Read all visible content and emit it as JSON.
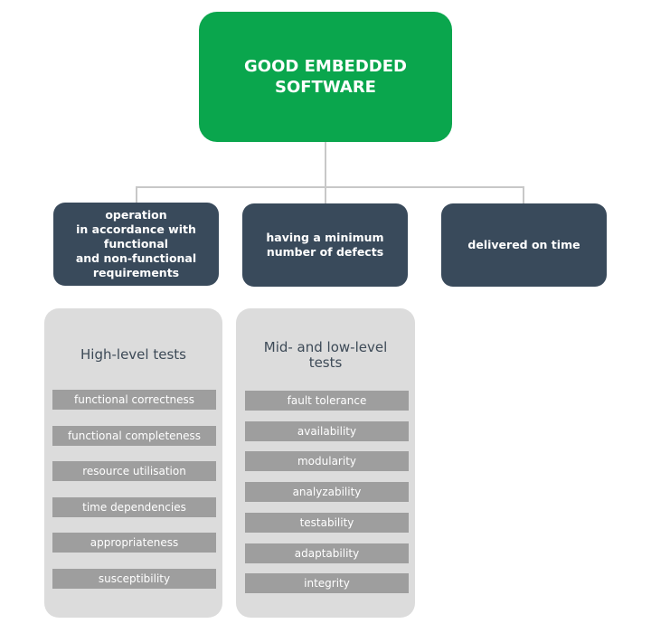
{
  "root": "GOOD EMBEDDED\nSOFTWARE",
  "requirements": [
    "operation\nin accordance with\nfunctional\nand non-functional\nrequirements",
    "having a minimum\nnumber of defects",
    "delivered on time"
  ],
  "panels": [
    {
      "title": "High-level tests",
      "items": [
        "functional correctness",
        "functional completeness",
        "resource  utilisation",
        "time dependencies",
        "appropriateness",
        "susceptibility"
      ]
    },
    {
      "title": "Mid- and low-level\ntests",
      "items": [
        "fault tolerance",
        "availability",
        "modularity",
        "analyzability",
        "testability",
        "adaptability",
        "integrity"
      ]
    }
  ],
  "colors": {
    "green": "#0aa64d",
    "dark": "#394a5b",
    "panel": "#dcdcdc",
    "item": "#9e9e9e"
  }
}
